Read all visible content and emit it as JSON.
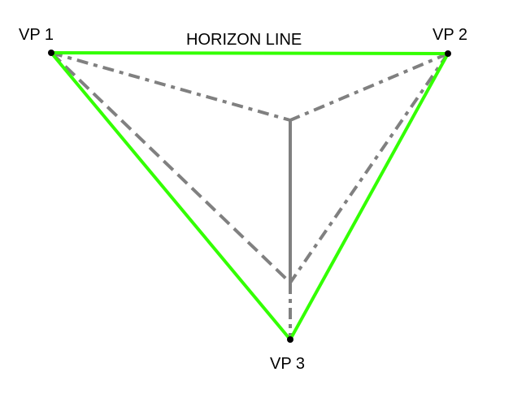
{
  "labels": {
    "vp1": "VP 1",
    "vp2": "VP 2",
    "vp3": "VP 3",
    "horizon": "HORIZON LINE"
  },
  "colors": {
    "horizon_and_frame": "#33ff00",
    "construction_lines": "#808080",
    "points": "#000000",
    "text": "#000000",
    "background": "#ffffff"
  }
}
